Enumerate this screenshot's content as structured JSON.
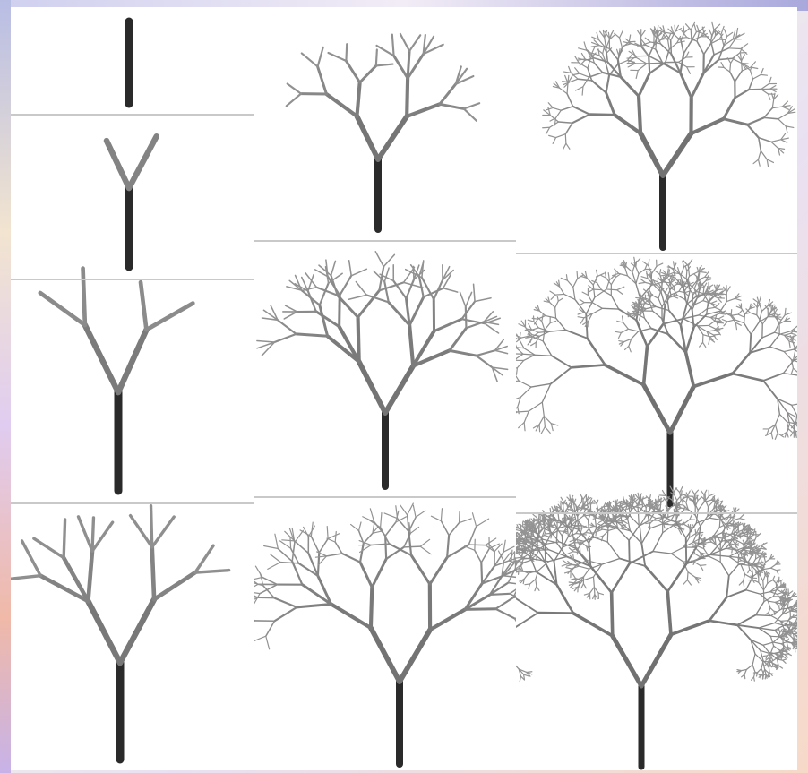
{
  "figure": {
    "background_accent": "#d9d4ef",
    "panel_color": "#ffffff",
    "divider_color": "#c9c9c9",
    "dark_branch_color": "#2a2a2a",
    "mid_branch_color": "#6c6c6c",
    "light_branch_color": "#9a9a9a"
  },
  "columns": [
    {
      "stages": [
        1,
        2,
        3,
        4
      ]
    },
    {
      "stages": [
        5,
        6,
        7
      ]
    },
    {
      "stages": [
        8,
        9,
        10
      ]
    }
  ]
}
